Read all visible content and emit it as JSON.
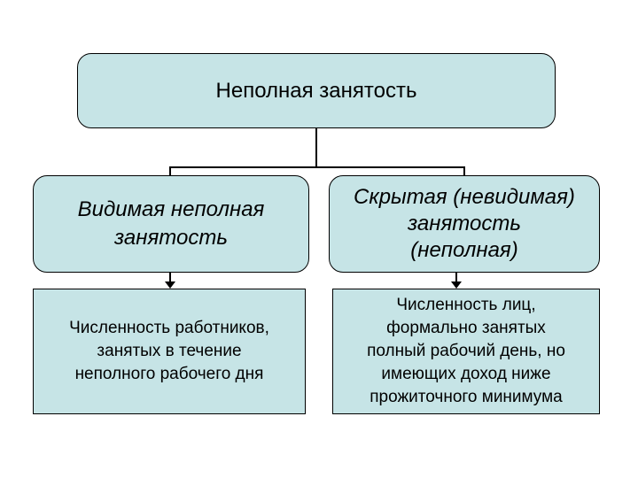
{
  "root": {
    "label": "Неполная занятость"
  },
  "branches": [
    {
      "label": "Видимая неполная\nзанятость",
      "description": "Численность работников,\nзанятых в течение\nнеполного рабочего дня"
    },
    {
      "label": "Скрытая (невидимая)\nзанятость\n(неполная)",
      "description": "Численность лиц,\nформально занятых\nполный рабочий день, но\nимеющих доход ниже\nпрожиточного минимума"
    }
  ],
  "colors": {
    "box_fill": "#c6e4e6",
    "stroke": "#000000",
    "background": "#ffffff"
  }
}
